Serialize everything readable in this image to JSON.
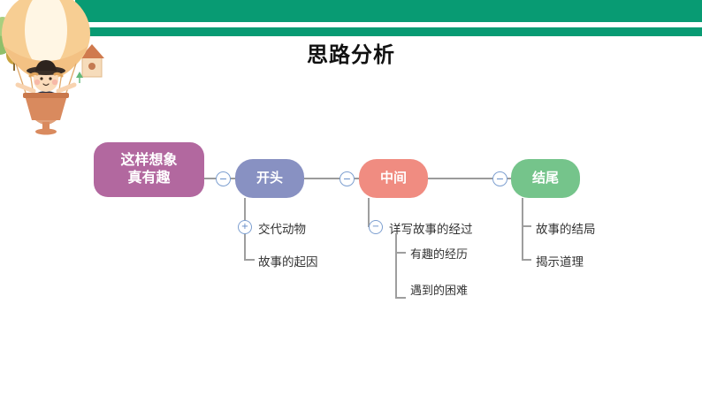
{
  "slide": {
    "title": "思路分析",
    "banner_color": "#089B73",
    "background": "#FFFFFF"
  },
  "illustration": {
    "name": "hot-air-balloon-with-child",
    "balloon_color": "#F7C98A",
    "basket_color": "#D9805A",
    "accents": [
      "tree",
      "birdhouse",
      "plant"
    ]
  },
  "mindmap": {
    "root": {
      "label_line1": "这样想象",
      "label_line2": "真有趣",
      "color": "#B2689F"
    },
    "branches": [
      {
        "label": "开头",
        "color": "#8891C2",
        "toggle": "−",
        "children": [
          {
            "label": "交代动物",
            "toggle": "+"
          },
          {
            "label": "故事的起因",
            "toggle": ""
          }
        ]
      },
      {
        "label": "中间",
        "color": "#F08C81",
        "toggle": "−",
        "children": [
          {
            "label": "详写故事的经过",
            "toggle": "−",
            "children": [
              {
                "label": "有趣的经历"
              },
              {
                "label": "遇到的困难"
              }
            ]
          }
        ]
      },
      {
        "label": "结尾",
        "color": "#75C48B",
        "toggle": "−",
        "children": [
          {
            "label": "故事的结局",
            "toggle": ""
          },
          {
            "label": "揭示道理",
            "toggle": ""
          }
        ]
      }
    ]
  }
}
